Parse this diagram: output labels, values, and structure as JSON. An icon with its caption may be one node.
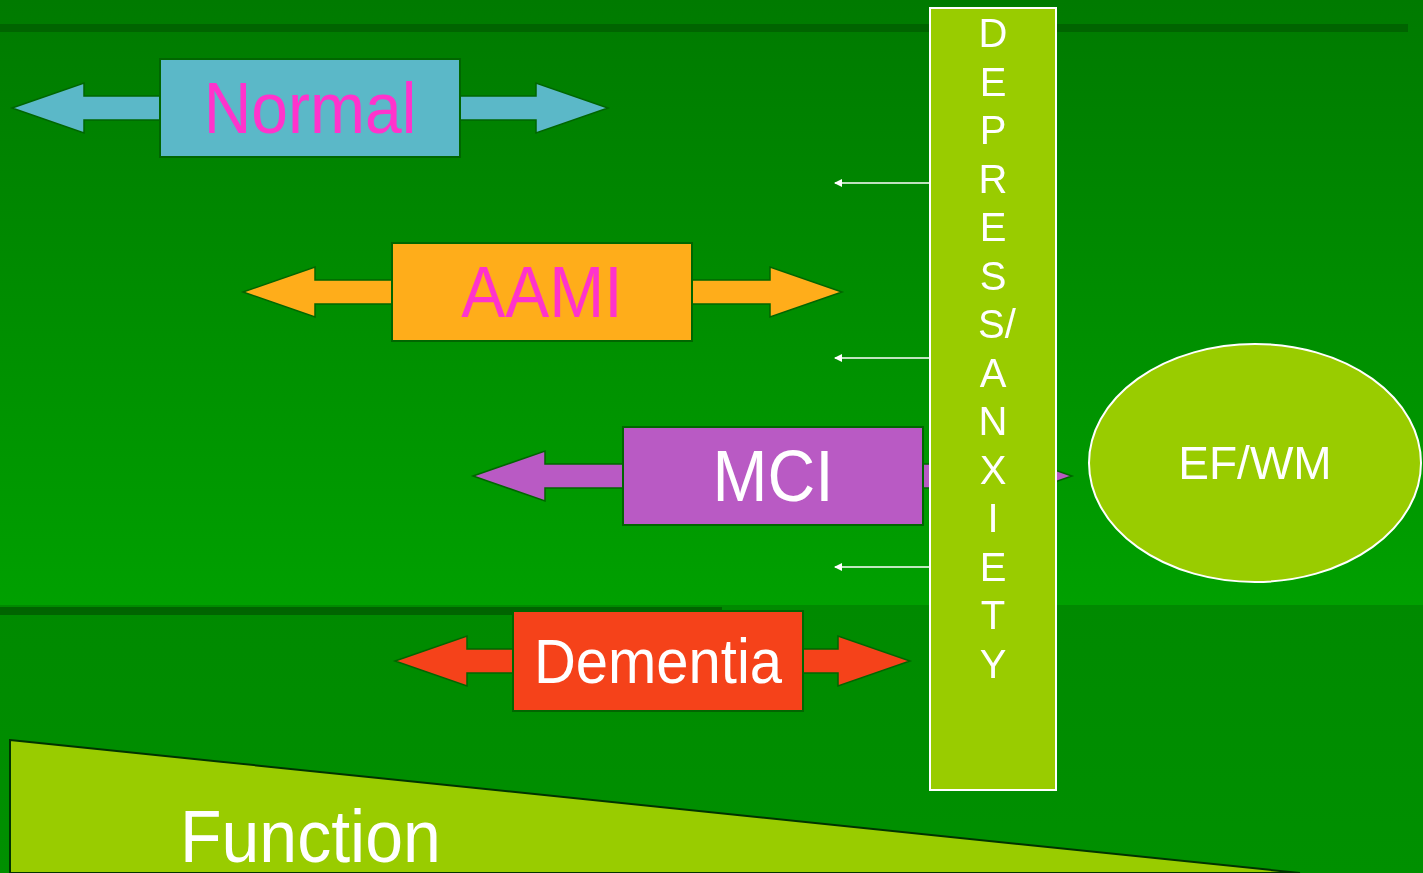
{
  "diagram": {
    "nodes": [
      {
        "text": [
          "Normal"
        ]
      },
      {
        "text": [
          "DEPRESS/ANXIETY"
        ]
      },
      {
        "text": [
          "AAMI"
        ]
      },
      {
        "text": [
          "MCI"
        ]
      },
      {
        "text": [
          "EF/WM"
        ]
      },
      {
        "text": [
          "Dementia"
        ]
      },
      {
        "text": [
          "Function"
        ]
      }
    ],
    "edges": [
      {
        "from": 1,
        "to": null,
        "arrow": "to"
      },
      {
        "from": 1,
        "to": null,
        "arrow": "to"
      },
      {
        "from": 1,
        "to": null,
        "arrow": "to"
      }
    ]
  }
}
